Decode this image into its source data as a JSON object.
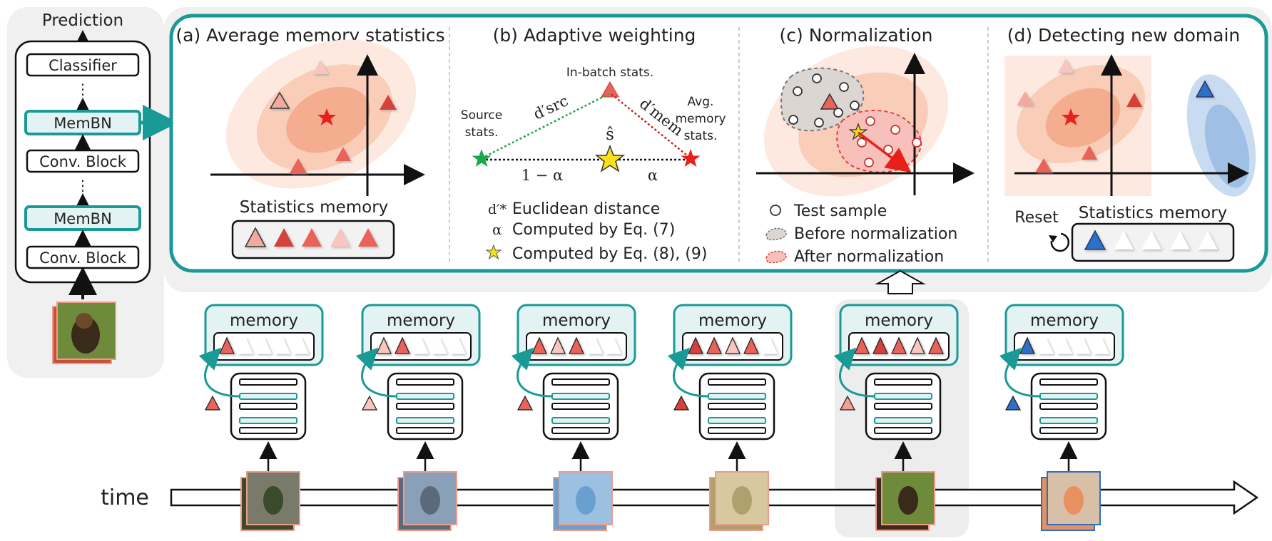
{
  "left_panel": {
    "prediction": "Prediction",
    "classifier": "Classifier",
    "membn": "MemBN",
    "conv_block": "Conv. Block",
    "dots": "⋮"
  },
  "panels": {
    "a": {
      "title": "(a) Average memory statistics",
      "memory_label": "Statistics memory"
    },
    "b": {
      "title": "(b) Adaptive weighting",
      "in_batch": "In-batch stats.",
      "source_1": "Source",
      "source_2": "stats.",
      "avg_1": "Avg.",
      "avg_2": "memory",
      "avg_3": "stats.",
      "d_src": "d′src",
      "d_mem": "d′mem",
      "s_hat": "ŝ",
      "one_minus_alpha": "1 − α",
      "alpha": "α",
      "legend_sym_1": "d′*",
      "legend_1": "Euclidean distance",
      "legend_sym_2": "α",
      "legend_2": "Computed by Eq. (7)",
      "legend_3": "Computed by Eq. (8), (9)"
    },
    "c": {
      "title": "(c) Normalization",
      "legend_1": "Test sample",
      "legend_2": "Before normalization",
      "legend_3": "After normalization"
    },
    "d": {
      "title": "(d) Detecting new domain",
      "reset": "Reset",
      "memory_label": "Statistics memory"
    }
  },
  "timeline": {
    "time_label": "time",
    "memory_label": "memory",
    "steps": [
      {
        "cells": [
          "#e8645a",
          "none",
          "none",
          "none",
          "none"
        ],
        "input": "#e8645a"
      },
      {
        "cells": [
          "#f7c6c0",
          "#e8645a",
          "none",
          "none",
          "none"
        ],
        "input": "#f7c6c0"
      },
      {
        "cells": [
          "#e8645a",
          "#f7c6c0",
          "#e8645a",
          "none",
          "none"
        ],
        "input": "#e8645a"
      },
      {
        "cells": [
          "#d4423a",
          "#e8645a",
          "#f7c6c0",
          "#e8645a",
          "none"
        ],
        "input": "#d4423a"
      },
      {
        "cells": [
          "#e8645a",
          "#d4423a",
          "#e8645a",
          "#f7c6c0",
          "#e8645a"
        ],
        "input": "#f0a197"
      },
      {
        "cells": [
          "#2f6fc4",
          "none",
          "none",
          "none",
          "none"
        ],
        "input": "#2f6fc4"
      }
    ]
  },
  "colors": {
    "teal": "#1a9a96",
    "teal_fill": "#e3f3f3",
    "red_star": "#e8201a",
    "green_star": "#1ca84a",
    "yellow_star": "#f7e21a",
    "blue": "#2f6fc4"
  }
}
